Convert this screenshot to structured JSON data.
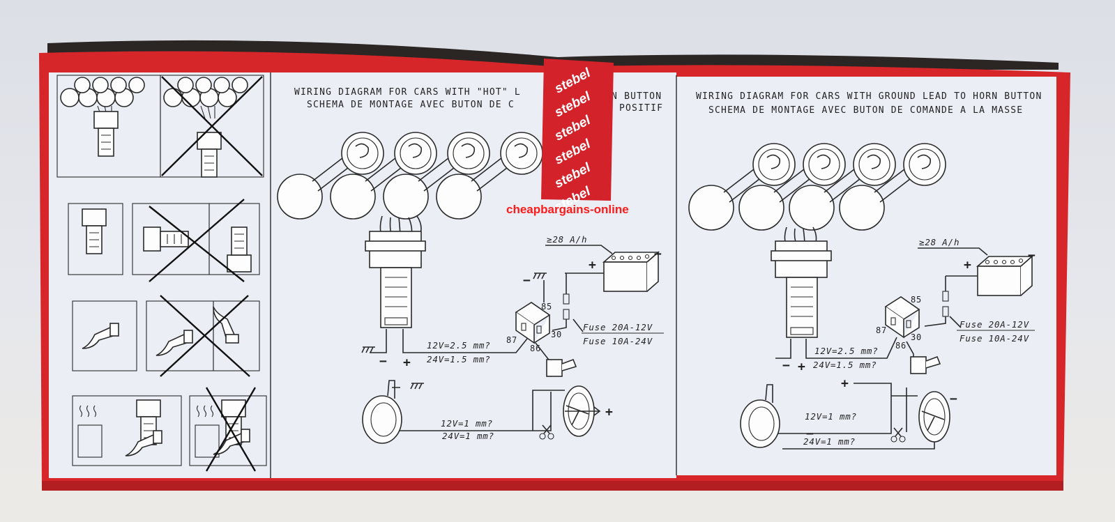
{
  "panels": {
    "hot": {
      "title_en": "WIRING DIAGRAM FOR CARS WITH \"HOT\" L",
      "title_en_tail": "RN BUTTON",
      "title_fr": "SCHEMA DE MONTAGE AVEC BUTON DE C",
      "title_fr_tail": "POSITIF",
      "battery": "≥28 A/h",
      "fuse_12": "Fuse 20A-12V",
      "fuse_24": "Fuse 10A-24V",
      "wire_main_12": "12V=2.5 mm?",
      "wire_main_24": "24V=1.5 mm?",
      "wire_small_12": "12V=1 mm?",
      "wire_small_24": "24V=1 mm?",
      "pin_85": "85",
      "pin_87": "87",
      "pin_30": "30",
      "pin_86": "86"
    },
    "ground": {
      "title_en": "WIRING DIAGRAM FOR CARS WITH GROUND LEAD TO HORN BUTTON",
      "title_fr": "SCHEMA DE MONTAGE AVEC BUTON DE COMANDE A LA MASSE",
      "battery": "≥28 A/h",
      "fuse_12": "Fuse 20A-12V",
      "fuse_24": "Fuse 10A-24V",
      "wire_main_12": "12V=2.5 mm?",
      "wire_main_24": "24V=1.5 mm?",
      "wire_small_12": "12V=1 mm?",
      "wire_small_24": "24V=1 mm?",
      "pin_85": "85",
      "pin_87": "87",
      "pin_30": "30",
      "pin_86": "86"
    }
  },
  "symbols": {
    "plus": "+",
    "minus": "−"
  },
  "tape": {
    "brand": "stebel",
    "repeat": 6
  },
  "watermark": {
    "text": "cheapbargains-online",
    "color": "#ff1a1a"
  },
  "colors": {
    "box_red": "#d7262a",
    "panel_bg": "#eceef6",
    "tape_red": "#d3222a"
  }
}
